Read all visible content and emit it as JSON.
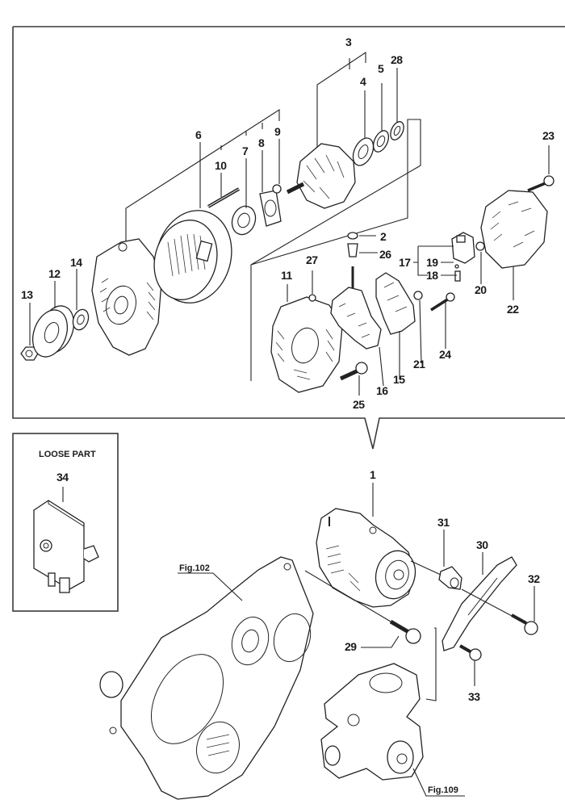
{
  "diagram": {
    "type": "exploded parts diagram",
    "subject": "Alternator assembly",
    "loose_part_box": {
      "title": "LOOSE PART",
      "part": "34"
    },
    "figure_references": [
      {
        "id": "fig102",
        "label": "Fig.102"
      },
      {
        "id": "fig109",
        "label": "Fig.109"
      }
    ],
    "callouts": {
      "c1": "1",
      "c2": "2",
      "c3": "3",
      "c4": "4",
      "c5": "5",
      "c6": "6",
      "c7": "7",
      "c8": "8",
      "c9": "9",
      "c10": "10",
      "c11": "11",
      "c12": "12",
      "c13": "13",
      "c14": "14",
      "c15": "15",
      "c16": "16",
      "c17": "17",
      "c18": "18",
      "c19": "19",
      "c20": "20",
      "c21": "21",
      "c22": "22",
      "c23": "23",
      "c24": "24",
      "c25": "25",
      "c26": "26",
      "c27": "27",
      "c28": "28",
      "c29": "29",
      "c30": "30",
      "c31": "31",
      "c32": "32",
      "c33": "33",
      "c34": "34"
    }
  }
}
